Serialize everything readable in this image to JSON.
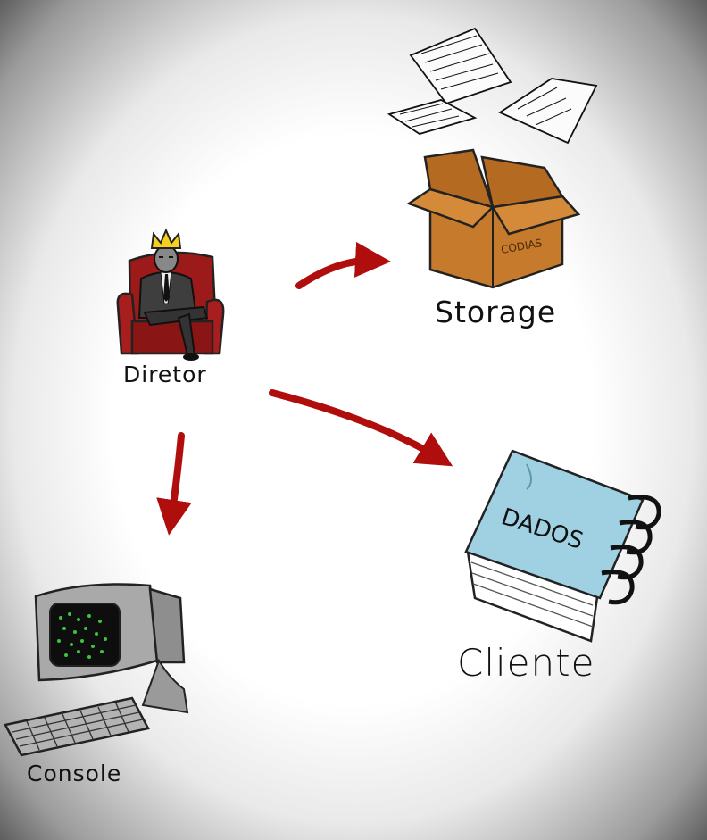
{
  "nodes": {
    "diretor": {
      "label": "Diretor"
    },
    "storage": {
      "label": "Storage",
      "box_label": "CÓDIAS"
    },
    "cliente": {
      "label": "Cliente",
      "book_label": "DADOS"
    },
    "console": {
      "label": "Console"
    }
  },
  "edges": [
    {
      "from": "diretor",
      "to": "storage"
    },
    {
      "from": "diretor",
      "to": "cliente"
    },
    {
      "from": "diretor",
      "to": "console"
    }
  ],
  "colors": {
    "arrow": "#b00d0d",
    "armchair": "#9c1a1a",
    "box": "#c57a2c",
    "notebook": "#9fd1e3",
    "screen_text": "#3cc43c"
  }
}
